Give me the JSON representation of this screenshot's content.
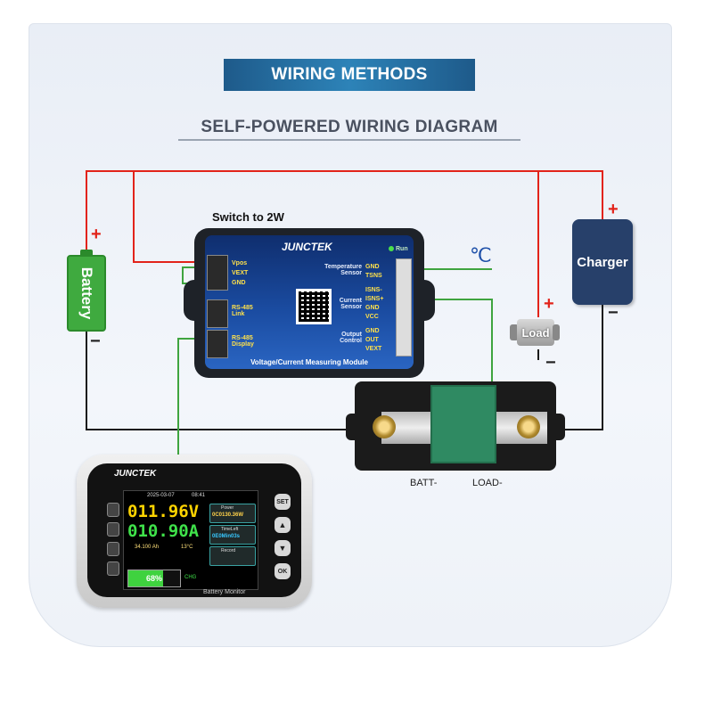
{
  "title": "WIRING METHODS",
  "subtitle": "SELF-POWERED WIRING DIAGRAM",
  "switch_label": "Switch to 2W",
  "battery_label": "Battery",
  "charger_label": "Charger",
  "load_label": "Load",
  "celsius_label": "℃",
  "plus": "+",
  "minus": "−",
  "module": {
    "brand": "JUNCTEK",
    "run": "Run",
    "caption": "Voltage/Current Measuring Module",
    "left_pins": [
      "Vpos",
      "VEXT",
      "GND"
    ],
    "link_label": "RS-485 Link",
    "display_label": "RS-485 Display",
    "temp_label": "Temperature Sensor",
    "temp_pins": [
      "GND",
      "TSNS"
    ],
    "current_label": "Current Sensor",
    "current_pins": [
      "ISNS-",
      "ISNS+",
      "GND",
      "VCC"
    ],
    "output_label": "Output Control",
    "output_pins": [
      "GND",
      "OUT",
      "VEXT"
    ]
  },
  "shunt": {
    "batt_label": "BATT-",
    "load_label": "LOAD-"
  },
  "monitor": {
    "brand": "JUNCTEK",
    "date": "2025-03-07",
    "time": "08:41",
    "voltage": "011.96V",
    "current": "010.90A",
    "capacity": "34.100 Ah",
    "temperature": "13°C",
    "soc_percent": 68,
    "soc_label": "68%",
    "power_label": "Power",
    "power_value": "0C0130.36W",
    "time_left_label": "TimeLeft",
    "time_left_value": "0E0Min03s",
    "record_label": "Record",
    "set_button": "SET",
    "ok_button": "OK",
    "footer": "Battery Monitor",
    "chg": "CHG"
  },
  "colors": {
    "positive_wire": "#e2231a",
    "negative_wire": "#1a1a1a",
    "signal_wire": "#3fa43f",
    "banner": "#2d83b8",
    "charger": "#27406a",
    "battery": "#3faa3f"
  }
}
